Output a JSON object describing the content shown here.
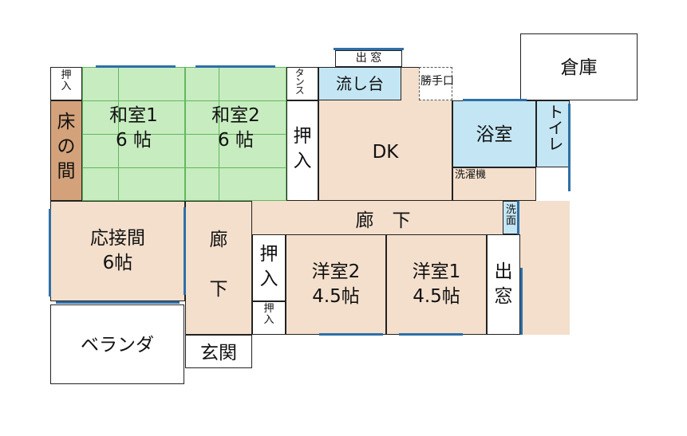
{
  "rooms": {
    "storage": "倉庫",
    "washitsu1": "和室1\n6 帖",
    "washitsu2": "和室2\n6 帖",
    "tokonoma": "床\nの\n間",
    "oshiire_small": "押\n入",
    "tansu": "タンス",
    "oshiire_mid": "押\n入",
    "nagashidai": "流し台",
    "demado_top": "出 窓",
    "katteguchi": "勝手口",
    "dk": "DK",
    "bath": "浴室",
    "toilet": "トイレ",
    "sentakuki": "洗濯機",
    "senmen": "洗\n面",
    "corridor_h": "廊　下",
    "corridor_v": "廊\n\n下",
    "ousetsuma": "応接間\n6帖",
    "oshiire_lower": "押\n入",
    "oshiire_lower_small": "押\n入",
    "youshitsu2": "洋室2\n4.5帖",
    "youshitsu1": "洋室1\n4.5帖",
    "demado_right": "出\n窓",
    "veranda": "ベランダ",
    "genkan": "玄関"
  },
  "colors": {
    "tatami": "#c7ecc0",
    "wood": "#f3dfcc",
    "water": "#c4e6f4",
    "tokonoma": "#d4a27a",
    "window": "#2e6fa8",
    "wall": "#222222"
  }
}
